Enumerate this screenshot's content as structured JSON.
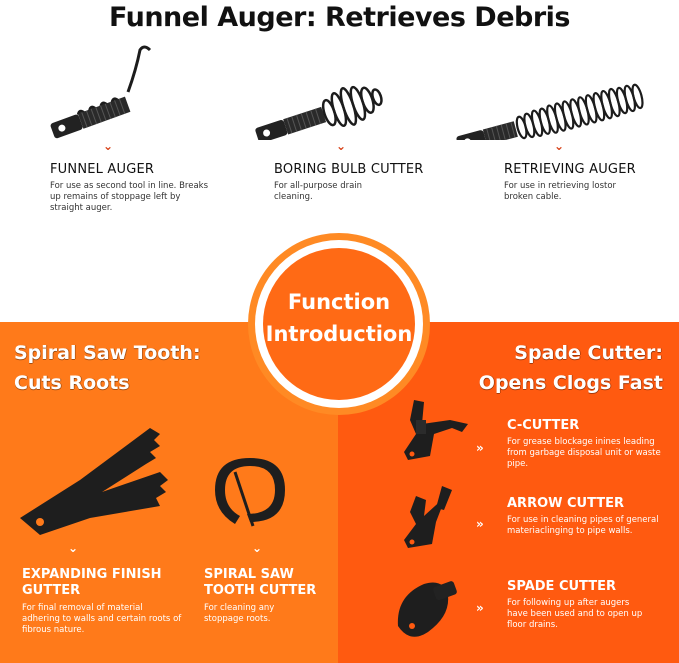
{
  "title": "Funnel Auger: Retrieves Debris",
  "top_tools": [
    {
      "name": "FUNNEL AUGER",
      "description": "For use as second tool in line. Breaks up remains of stoppage left by straight auger."
    },
    {
      "name": "BORING BULB CUTTER",
      "description": "For all-purpose drain cleaning."
    },
    {
      "name": "RETRIEVING AUGER",
      "description": "For use in retrieving lostor broken cable."
    }
  ],
  "function_badge": {
    "line1": "Function",
    "line2": "Introduction"
  },
  "left_section": {
    "heading_line1": "Spiral Saw Tooth:",
    "heading_line2": "Cuts Roots",
    "tools": [
      {
        "name_line1": "EXPANDING FINISH",
        "name_line2": "GUTTER",
        "description": "For final removal of material adhering to walls and certain roots of fibrous nature."
      },
      {
        "name_line1": "SPIRAL SAW",
        "name_line2": "TOOTH CUTTER",
        "description": "For cleaning any stoppage roots."
      }
    ]
  },
  "right_section": {
    "heading_line1": "Spade Cutter:",
    "heading_line2": "Opens Clogs Fast",
    "tools": [
      {
        "name": "C-CUTTER",
        "description": "For grease blockage inines leading from garbage disposal unit or waste pipe."
      },
      {
        "name": "ARROW CUTTER",
        "description": "For use in cleaning pipes of general materiaclinging to pipe walls."
      },
      {
        "name": "SPADE CUTTER",
        "description": "For following up after augers have been used and to open up floor drains."
      }
    ]
  },
  "colors": {
    "orange_left": "#ff7a1a",
    "orange_right": "#ff5a10",
    "chevron": "#d8431a"
  }
}
